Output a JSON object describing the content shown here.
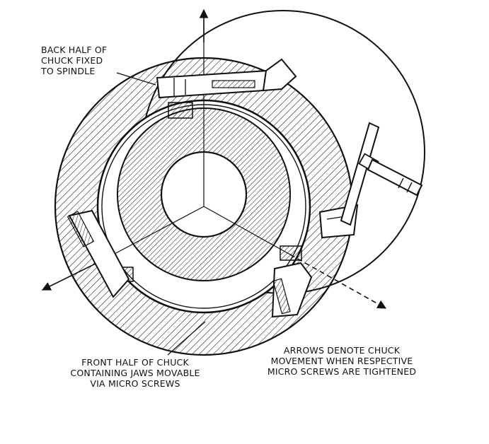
{
  "labels": {
    "back_half": [
      "BACK HALF OF",
      "CHUCK FIXED",
      "TO SPINDLE"
    ],
    "front_half": [
      "FRONT HALF OF CHUCK",
      "CONTAINING JAWS MOVABLE",
      "VIA MICRO SCREWS"
    ],
    "arrows_note": [
      "ARROWS DENOTE CHUCK",
      "MOVEMENT WHEN RESPECTIVE",
      "MICRO SCREWS ARE TIGHTENED"
    ]
  },
  "colors": {
    "ink": "#111111",
    "paper": "#ffffff"
  }
}
